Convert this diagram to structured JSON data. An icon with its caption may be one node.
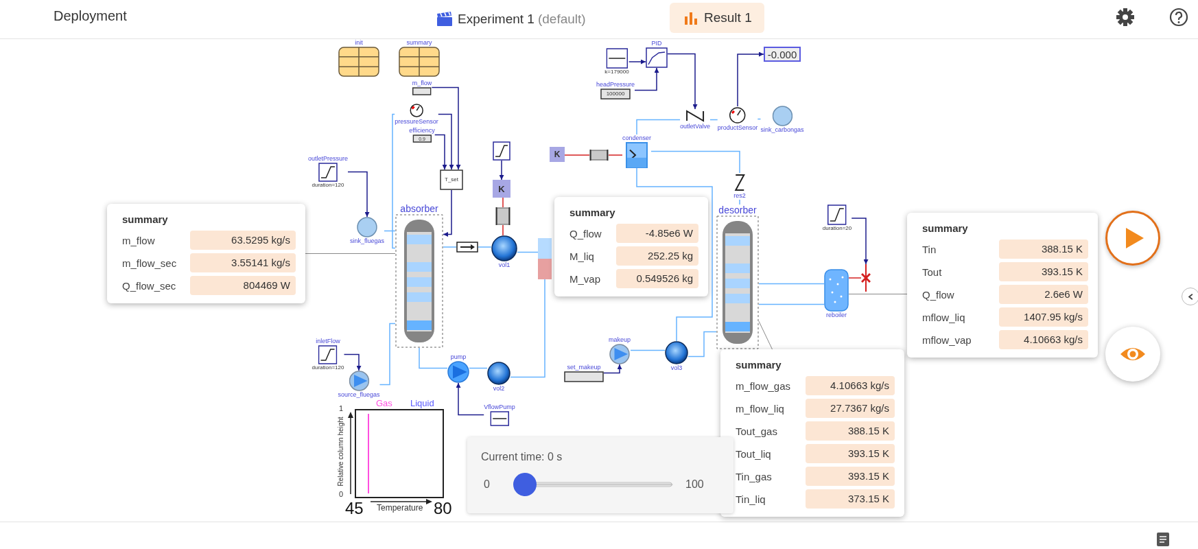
{
  "diagram": {
    "nodes": [
      {
        "text": [
          "init"
        ]
      },
      {
        "text": [
          "summary"
        ]
      },
      {
        "text": [
          "m_flow"
        ]
      },
      {
        "text": [
          "pressureSensor"
        ]
      },
      {
        "text": [
          "efficiency",
          "0.9"
        ]
      },
      {
        "text": [
          "T_set"
        ]
      },
      {
        "text": [
          "outletPressure",
          "duration=120"
        ]
      },
      {
        "text": [
          "sink_fluegas"
        ]
      },
      {
        "text": [
          "absorber"
        ]
      },
      {
        "text": [
          "inletFlow",
          "duration=120"
        ]
      },
      {
        "text": [
          "source_fluegas"
        ]
      },
      {
        "text": [],
        "shape": "box"
      },
      {
        "text": [
          "vol1"
        ]
      },
      {
        "text": [],
        "shape": "box"
      },
      {
        "text": [
          "K"
        ]
      },
      {
        "text": [],
        "shape": "box"
      },
      {
        "text": [],
        "shape": "box"
      },
      {
        "text": [
          "pump"
        ]
      },
      {
        "text": [
          "vol2"
        ]
      },
      {
        "text": [
          "VflowPump"
        ]
      },
      {
        "text": [
          "desorber"
        ]
      },
      {
        "text": [
          "res2"
        ]
      },
      {
        "text": [
          "condenser"
        ]
      },
      {
        "text": [
          "outletValve"
        ]
      },
      {
        "text": [
          "productSensor"
        ]
      },
      {
        "text": [
          "sink_carbongas"
        ]
      },
      {
        "text": [
          "-0.000"
        ]
      },
      {
        "text": [
          "k=179000"
        ]
      },
      {
        "text": [
          "PID"
        ]
      },
      {
        "text": [
          "headPressure",
          "100000"
        ]
      },
      {
        "text": [
          "K"
        ]
      },
      {
        "text": [],
        "shape": "box"
      },
      {
        "text": [
          "duration=20"
        ]
      },
      {
        "text": [],
        "shape": "valve"
      },
      {
        "text": [
          "reboiler"
        ]
      },
      {
        "text": [
          "makeup"
        ]
      },
      {
        "text": [
          "set_makeup"
        ]
      },
      {
        "text": [
          "vol3"
        ]
      },
      {
        "text": [
          "summary",
          "m_flow",
          "63.5295 kg/s",
          "m_flow_sec",
          "3.55141 kg/s",
          "Q_flow_sec",
          "804469 W"
        ]
      },
      {
        "text": [
          "summary",
          "Q_flow",
          "-4.85e6 W",
          "M_liq",
          "252.25 kg",
          "M_vap",
          "0.549526 kg"
        ]
      },
      {
        "text": [
          "summary",
          "m_flow_gas",
          "4.10663 kg/s",
          "m_flow_liq",
          "27.7367 kg/s",
          "Tout_gas",
          "388.15 K",
          "Tout_liq",
          "393.15 K",
          "Tin_gas",
          "393.15 K",
          "Tin_liq",
          "373.15 K"
        ]
      },
      {
        "text": [
          "summary",
          "Tin",
          "388.15 K",
          "Tout",
          "393.15 K",
          "Q_flow",
          "2.6e6 W",
          "mflow_liq",
          "1407.95 kg/s",
          "mflow_vap",
          "4.10663 kg/s"
        ]
      }
    ],
    "edges": [
      {
        "from": 2,
        "to": 5,
        "arrow": "to",
        "color": "#1c1c8c"
      },
      {
        "from": 3,
        "to": 5,
        "arrow": "to",
        "color": "#1c1c8c"
      },
      {
        "from": 4,
        "to": 5,
        "arrow": "to",
        "color": "#1c1c8c"
      },
      {
        "from": 5,
        "to": 8,
        "arrow": "to",
        "color": "#1c1c8c"
      },
      {
        "from": 3,
        "to": 8,
        "arrow": "none"
      },
      {
        "from": 6,
        "to": 7,
        "arrow": "to",
        "color": "#1c1c8c"
      },
      {
        "from": 7,
        "to": 8,
        "arrow": "none"
      },
      {
        "from": 9,
        "to": 10,
        "arrow": "to",
        "color": "#1c1c8c"
      },
      {
        "from": 10,
        "to": 8,
        "arrow": "none"
      },
      {
        "from": 8,
        "to": 11,
        "arrow": "none"
      },
      {
        "from": 11,
        "to": 12,
        "arrow": "none"
      },
      {
        "from": 12,
        "to": 16,
        "arrow": "none"
      },
      {
        "from": 13,
        "to": 14,
        "arrow": "to",
        "color": "#1c1c8c"
      },
      {
        "from": 14,
        "to": 15,
        "arrow": "none",
        "color": "#d42020"
      },
      {
        "from": 15,
        "to": 12,
        "arrow": "none",
        "color": "#d42020"
      },
      {
        "from": 8,
        "to": 17,
        "arrow": "none"
      },
      {
        "from": 17,
        "to": 18,
        "arrow": "none"
      },
      {
        "from": 18,
        "to": 16,
        "arrow": "none"
      },
      {
        "from": 19,
        "to": 17,
        "arrow": "to",
        "color": "#1c1c8c"
      },
      {
        "from": 27,
        "to": 28,
        "arrow": "to",
        "color": "#1c1c8c"
      },
      {
        "from": 29,
        "to": 28,
        "arrow": "to",
        "color": "#1c1c8c"
      },
      {
        "from": 28,
        "to": 23,
        "arrow": "to",
        "color": "#1c1c8c"
      },
      {
        "from": 24,
        "to": 26,
        "arrow": "to",
        "color": "#1c1c8c"
      },
      {
        "from": 22,
        "to": 23,
        "arrow": "none"
      },
      {
        "from": 23,
        "to": 24,
        "arrow": "none"
      },
      {
        "from": 24,
        "to": 25,
        "arrow": "none"
      },
      {
        "from": 30,
        "to": 31,
        "arrow": "none",
        "color": "#d42020"
      },
      {
        "from": 31,
        "to": 22,
        "arrow": "none",
        "color": "#d42020"
      },
      {
        "from": 22,
        "to": 21,
        "arrow": "none"
      },
      {
        "from": 21,
        "to": 20,
        "arrow": "none"
      },
      {
        "from": 22,
        "to": 37,
        "arrow": "none"
      },
      {
        "from": 36,
        "to": 35,
        "arrow": "to",
        "color": "#1c1c8c"
      },
      {
        "from": 35,
        "to": 37,
        "arrow": "none"
      },
      {
        "from": 37,
        "to": 20,
        "arrow": "none"
      },
      {
        "from": 20,
        "to": 34,
        "arrow": "none"
      },
      {
        "from": 20,
        "to": 34,
        "arrow": "none"
      },
      {
        "from": 32,
        "to": 33,
        "arrow": "to",
        "color": "#1c1c8c"
      },
      {
        "from": 33,
        "to": 34,
        "arrow": "none",
        "color": "#d42020"
      },
      {
        "from": 38,
        "to": 8,
        "arrow": "none",
        "color": "#8a8a8a"
      },
      {
        "from": 40,
        "to": 20,
        "arrow": "none",
        "color": "#8a8a8a"
      },
      {
        "from": 41,
        "to": 34,
        "arrow": "none",
        "color": "#8a8a8a"
      }
    ],
    "labels": [
      "Deployment",
      "Experiment 1",
      "(default)",
      "Result 1",
      "Gas",
      "Liquid",
      "1",
      "Relative column height",
      "0",
      "45",
      "Temperature",
      "80",
      "Current time: 0 s",
      "0",
      "100"
    ]
  }
}
